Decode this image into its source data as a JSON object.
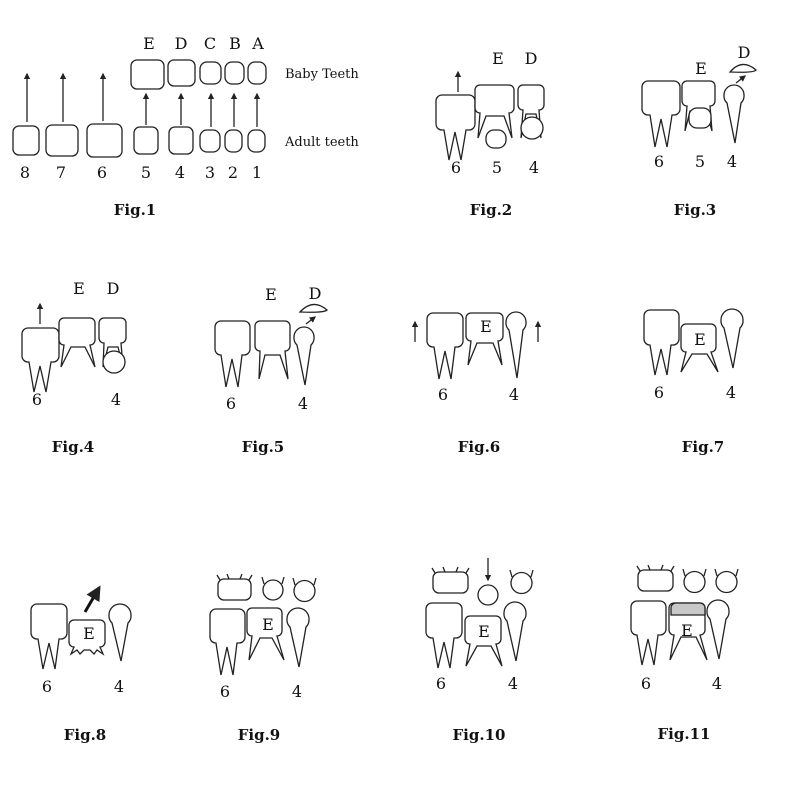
{
  "figures": [
    {
      "caption": "Fig.1",
      "baby_letters": [
        "E",
        "D",
        "C",
        "B",
        "A"
      ],
      "adult_numbers": [
        "8",
        "7",
        "6",
        "5",
        "4",
        "3",
        "2",
        "1"
      ],
      "baby_label": "Baby Teeth",
      "adult_label": "Adult teeth"
    },
    {
      "caption": "Fig.2",
      "letters": [
        "E",
        "D"
      ],
      "numbers": [
        "6",
        "5",
        "4"
      ]
    },
    {
      "caption": "Fig.3",
      "letters": [
        "E",
        "D"
      ],
      "numbers": [
        "6",
        "5",
        "4"
      ]
    },
    {
      "caption": "Fig.4",
      "letters": [
        "E",
        "D"
      ],
      "numbers": [
        "6",
        "4"
      ]
    },
    {
      "caption": "Fig.5",
      "letters": [
        "E",
        "D"
      ],
      "numbers": [
        "6",
        "4"
      ]
    },
    {
      "caption": "Fig.6",
      "letters": [
        "E"
      ],
      "numbers": [
        "6",
        "4"
      ]
    },
    {
      "caption": "Fig.7",
      "letters": [
        "E"
      ],
      "numbers": [
        "6",
        "4"
      ]
    },
    {
      "caption": "Fig.8",
      "letters": [
        "E"
      ],
      "numbers": [
        "6",
        "4"
      ]
    },
    {
      "caption": "Fig.9",
      "letters": [
        "E"
      ],
      "numbers": [
        "6",
        "4"
      ]
    },
    {
      "caption": "Fig.10",
      "letters": [
        "E"
      ],
      "numbers": [
        "6",
        "4"
      ]
    },
    {
      "caption": "Fig.11",
      "letters": [
        "E"
      ],
      "numbers": [
        "6",
        "4"
      ],
      "highlight_color": "#c8c8c8"
    }
  ]
}
